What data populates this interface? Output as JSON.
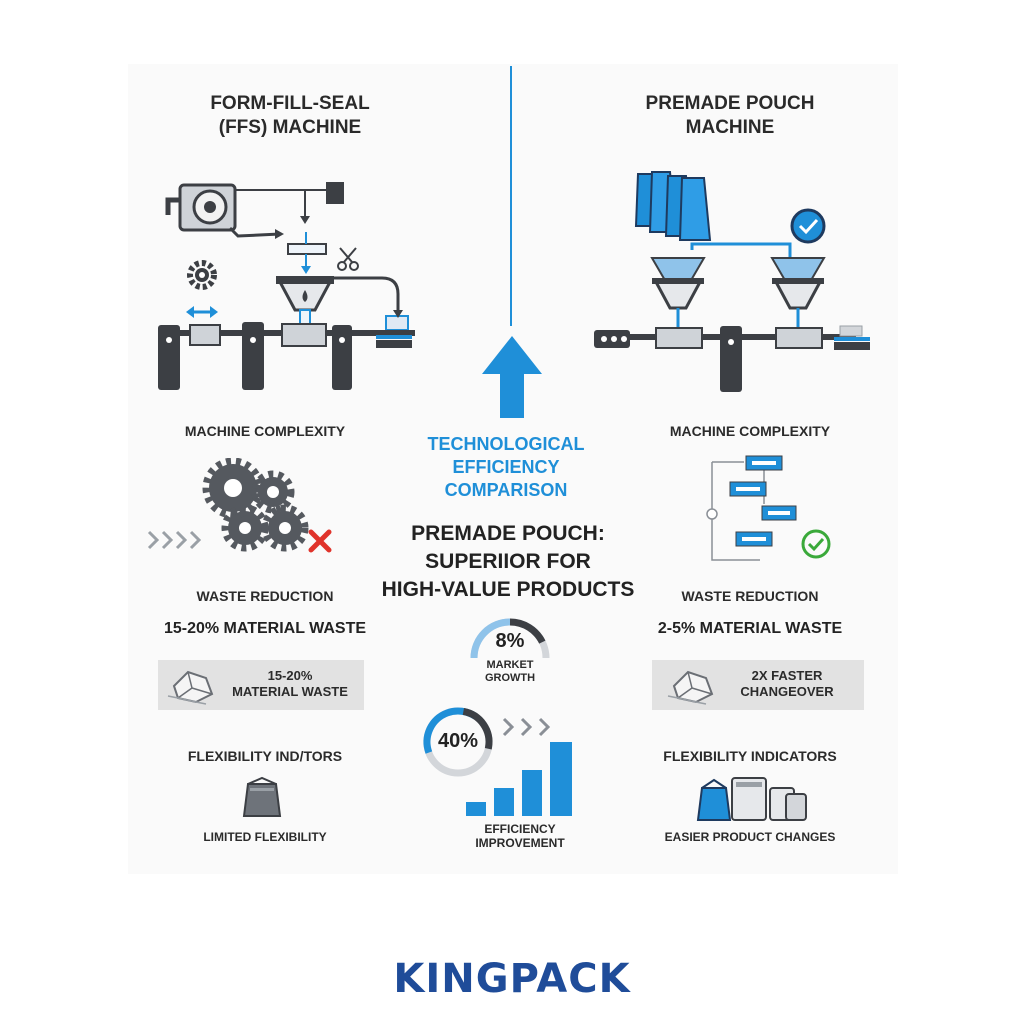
{
  "left": {
    "title_line1": "FORM-FILL-SEAL",
    "title_line2": "(FFS) MACHINE",
    "complexity_label": "MACHINE COMPLEXITY",
    "waste_label": "WASTE REDUCTION",
    "waste_value": "15-20% MATERIAL WASTE",
    "box_line1": "15-20%",
    "box_line2": "MATERIAL WASTE",
    "flex_label": "FLEXIBILITY IND/TORS",
    "flex_caption": "LIMITED FLEXIBILITY"
  },
  "right": {
    "title_line1": "PREMADE POUCH",
    "title_line2": "MACHINE",
    "complexity_label": "MACHINE COMPLEXITY",
    "waste_label": "WASTE REDUCTION",
    "waste_value": "2-5% MATERIAL WASTE",
    "box_line1": "2X FASTER",
    "box_line2": "CHANGEOVER",
    "flex_label": "FLEXIBILITY INDICATORS",
    "flex_caption": "EASIER PRODUCT CHANGES"
  },
  "center": {
    "comparison_line1": "TECHNOLOGICAL",
    "comparison_line2": "EFFICIENCY",
    "comparison_line3": "COMPARISON",
    "headline_line1": "PREMADE POUCH:",
    "headline_line2": "SUPERIIOR FOR",
    "headline_line3": "HIGH-VALUE PRODUCTS",
    "growth_value": "8%",
    "growth_label_line1": "MARKET",
    "growth_label_line2": "GROWTH",
    "efficiency_value": "40%",
    "efficiency_label_line1": "EFFICIENCY",
    "efficiency_label_line2": "IMPROVEMENT"
  },
  "brand": "KINGPACK",
  "colors": {
    "accent_blue": "#1f8fd8",
    "dark_gray": "#3c3f44",
    "brand_navy": "#1f4c99",
    "error_red": "#e0332b",
    "ok_green": "#3aa93a"
  }
}
